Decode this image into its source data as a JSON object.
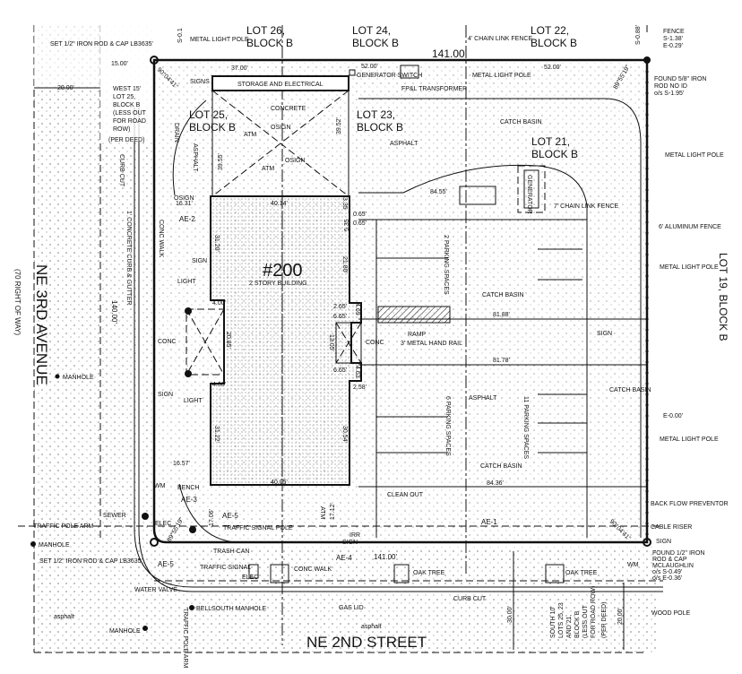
{
  "lots": {
    "lot26": "LOT 26,",
    "lot26b": "BLOCK B",
    "lot24": "LOT 24,",
    "lot24b": "BLOCK B",
    "lot22": "LOT 22,",
    "lot22b": "BLOCK B",
    "lot25": "LOT 25,",
    "lot25b": "BLOCK B",
    "lot23": "LOT 23,",
    "lot23b": "BLOCK B",
    "lot21": "LOT 21,",
    "lot21b": "BLOCK B",
    "lot19": "LOT 19, BLOCK B"
  },
  "streets": {
    "ne3rd": "NE 3RD AVENUE",
    "ne3rd_row": "(70 RIGHT OF WAY)",
    "ne2nd": "NE 2ND STREET"
  },
  "building": {
    "number": "#200",
    "desc": "2 STORY BUILDING"
  },
  "dimensions": {
    "top": "141.00'",
    "bottom": "141.00'",
    "left": "140.00'",
    "d37": "37.00'",
    "d52a": "52.00'",
    "d52b": "52.00'",
    "d15": "15.00'",
    "d20a": "20.00'",
    "d3955": "39.55'",
    "d3952": "39.52'",
    "d4014": "40.14'",
    "d4005": "40.05'",
    "d1631": "16.31'",
    "d1657": "16.57'",
    "d3120": "31.20'",
    "d3122": "31.22'",
    "d2085": "20.85'",
    "d400a": "4.00'",
    "d400b": "4.00'",
    "d2180": "21.80'",
    "d3054": "30.54'",
    "d1305": "13.05'",
    "d265": "2.65'",
    "d665a": "6.65'",
    "d665b": "6.65'",
    "d469": "4.69",
    "d463": "4.63",
    "d258": "2.58'",
    "d065a": "0.65'",
    "d065b": "0.65'",
    "d335": "3.35",
    "d535": "5.35",
    "d8455": "84.55'",
    "d8188": "81.88'",
    "d8178": "81.78'",
    "d8436": "84.36'",
    "d1712": "17.12'",
    "d1706": "17.06'",
    "d3000": "30.00'",
    "d2000b": "20.00'",
    "bearing1": "89°55'19\"",
    "bearing2": "90°04'41\"",
    "bearing3": "90°04'41\"",
    "bearing4": "89°55'19\"",
    "s01": "S-0.1",
    "s088": "S-0.88'",
    "e000": "E-0.00'"
  },
  "notes": {
    "iron_rod_tl": "SET 1/2\" IRON ROD & CAP LB3635'",
    "west15": [
      "WEST 15'",
      "LOT 25,",
      "BLOCK B",
      "(LESS OUT",
      "FOR ROAD",
      "ROW)"
    ],
    "per_deed": "(PER DEED)",
    "curb_cut_l": "CURB CUT",
    "curb_gutter": "1' CONCRETE CURB & GUTTER",
    "metal_light_pole": "METAL LIGHT POLE",
    "signs": "SIGNS",
    "storage": "STORAGE AND ELECTRICAL",
    "gen_switch": "GENERATOR SWITCH",
    "fpl": "FP&L TRANSFORMER",
    "chain4": "4' CHAIN LINK FENCE",
    "metal_light_pole2": "METAL LIGHT POLE",
    "fence": [
      "FENCE",
      "S-1.38'",
      "E-0.29'"
    ],
    "found58": [
      "FOUND 5/8\" IRON",
      "ROD NO ID",
      "o/s S-1.95'"
    ],
    "concrete": "CONCRETE",
    "osign": "OSIGN",
    "osign2": "OSIGN",
    "osign3": "OSIGN",
    "atm": "ATM",
    "atm2": "ATM",
    "atm3": "ATM",
    "drain": "DRAIN",
    "asphalt": "ASPHALT",
    "asphalt2": "ASPHALT",
    "catch_basin": "CATCH BASIN",
    "generator": "GENERATOR",
    "chain7": "7' CHAIN LINK FENCE",
    "alum6": "6' ALUMINUM FENCE",
    "ae1": "AE-1",
    "ae2": "AE-2",
    "ae3": "AE-3",
    "ae4": "AE-4",
    "ae5a": "AE-5",
    "ae5b": "AE-5",
    "conc_walk": "CONC WALK",
    "conc_walk2": "CONC WALK",
    "sign": "SIGN",
    "light": "LIGHT",
    "conc": "CONC",
    "conc2": "CONC",
    "park2": "2 PARKING SPACES",
    "park6": "6 PARKING SPACES",
    "park11": "11 PARKING SPACES",
    "ramp": "RAMP",
    "handrail": "3' METAL HAND RAIL",
    "bench": "BENCH",
    "wm": "WM",
    "sewer": "SEWER",
    "elec": "ELEC",
    "traffic_pole_arm": "TRAFFIC POLE ARM",
    "manhole": "MANHOLE",
    "iron_rod_bl": "SET 1/2\" IRON ROD & CAP LB3635'",
    "traffic_signal_pole": "TRAFFIC SIGNAL POLE",
    "trash": "TRASH CAN",
    "traffic_signal": "TRAFFIC SIGNAL",
    "water_valve": "WATER VALVE",
    "bellsouth": "BELLSOUTH MANHOLE",
    "gas_lid": "GAS LID",
    "asphalt_lc": "asphalt",
    "clean_out": "CLEAN OUT",
    "irr": "IRR",
    "oak_tree": "OAK TREE",
    "curb_cut_b": "CURB CUT",
    "south10": [
      "SOUTH 10'",
      "LOTS 25, 23",
      "AND 21,",
      "BLOCK B",
      "(LESS OUT",
      "FOR ROAD ROW)",
      "(PER DEED)"
    ],
    "back_flow": "BACK FLOW PREVENTOR",
    "cable_riser": "CABLE RISER",
    "found12": [
      "FOUND 1/2\" IRON",
      "ROD & CAP",
      "MCLAUGHLIN",
      "o/s S-0.49'",
      "o/s E-0.36'"
    ],
    "wood_pole": "WOOD POLE"
  }
}
